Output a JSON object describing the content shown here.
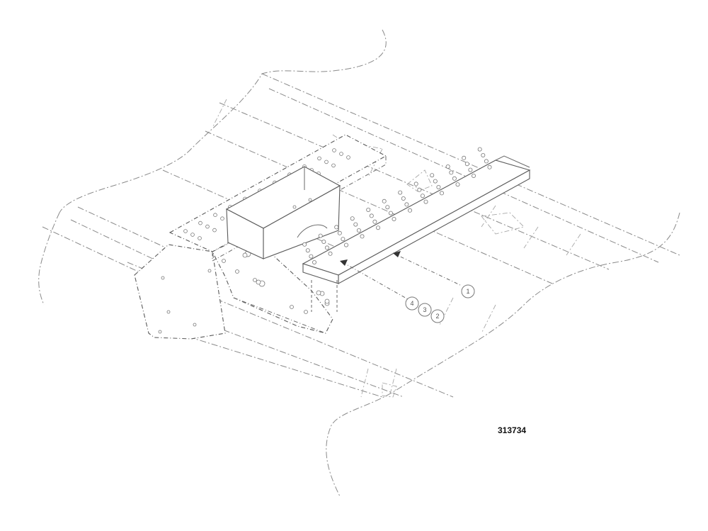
{
  "drawing": {
    "number": "313734",
    "callouts": [
      {
        "id": "callout-1",
        "label": "1"
      },
      {
        "id": "callout-2",
        "label": "2"
      },
      {
        "id": "callout-3",
        "label": "3"
      },
      {
        "id": "callout-4",
        "label": "4"
      }
    ]
  }
}
